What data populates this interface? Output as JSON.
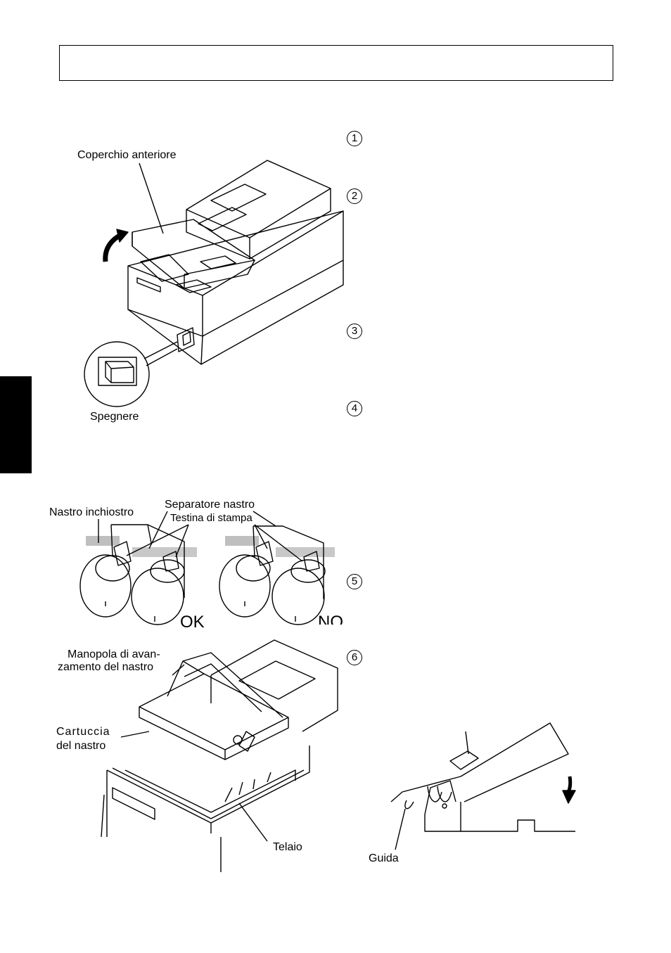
{
  "header": {
    "title": ""
  },
  "figure1": {
    "front_cover_label": "Coperchio anteriore",
    "switch_off_label": "Spegnere"
  },
  "steps": [
    "1",
    "2",
    "3",
    "4",
    "5",
    "6"
  ],
  "figure2": {
    "ink_ribbon_label": "Nastro inchiostro",
    "ribbon_separator_label": "Separatore nastro",
    "print_head_label": "Testina di stampa",
    "ok_label": "OK",
    "no_label": "NO"
  },
  "figure3": {
    "knob_label_line1": "Manopola di avan-",
    "knob_label_line2": "zamento del nastro",
    "cartridge_label_line1": "Cartuccia",
    "cartridge_label_line2": "del nastro",
    "frame_label": "Telaio"
  },
  "figure4": {
    "guide_label": "Guida"
  }
}
